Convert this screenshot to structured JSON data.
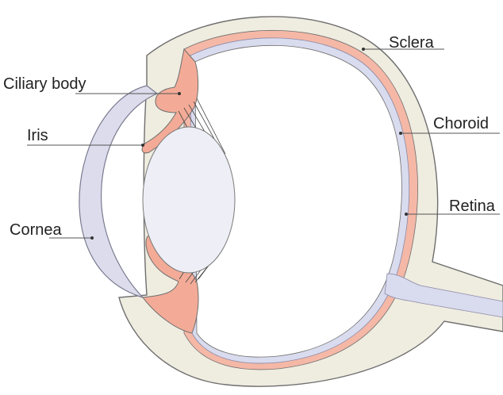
{
  "labels": {
    "sclera": "Sclera",
    "choroid": "Choroid",
    "retina": "Retina",
    "ciliary_body": "Ciliary body",
    "iris": "Iris",
    "cornea": "Cornea"
  },
  "colors": {
    "sclera": "#efece0",
    "choroid": "#f5b8a6",
    "retina": "#d9dbee",
    "cornea": "#dcdcec",
    "lens": "#eeeef6",
    "ciliary_body": "#f3ab97",
    "outline": "#6e6e6e"
  }
}
